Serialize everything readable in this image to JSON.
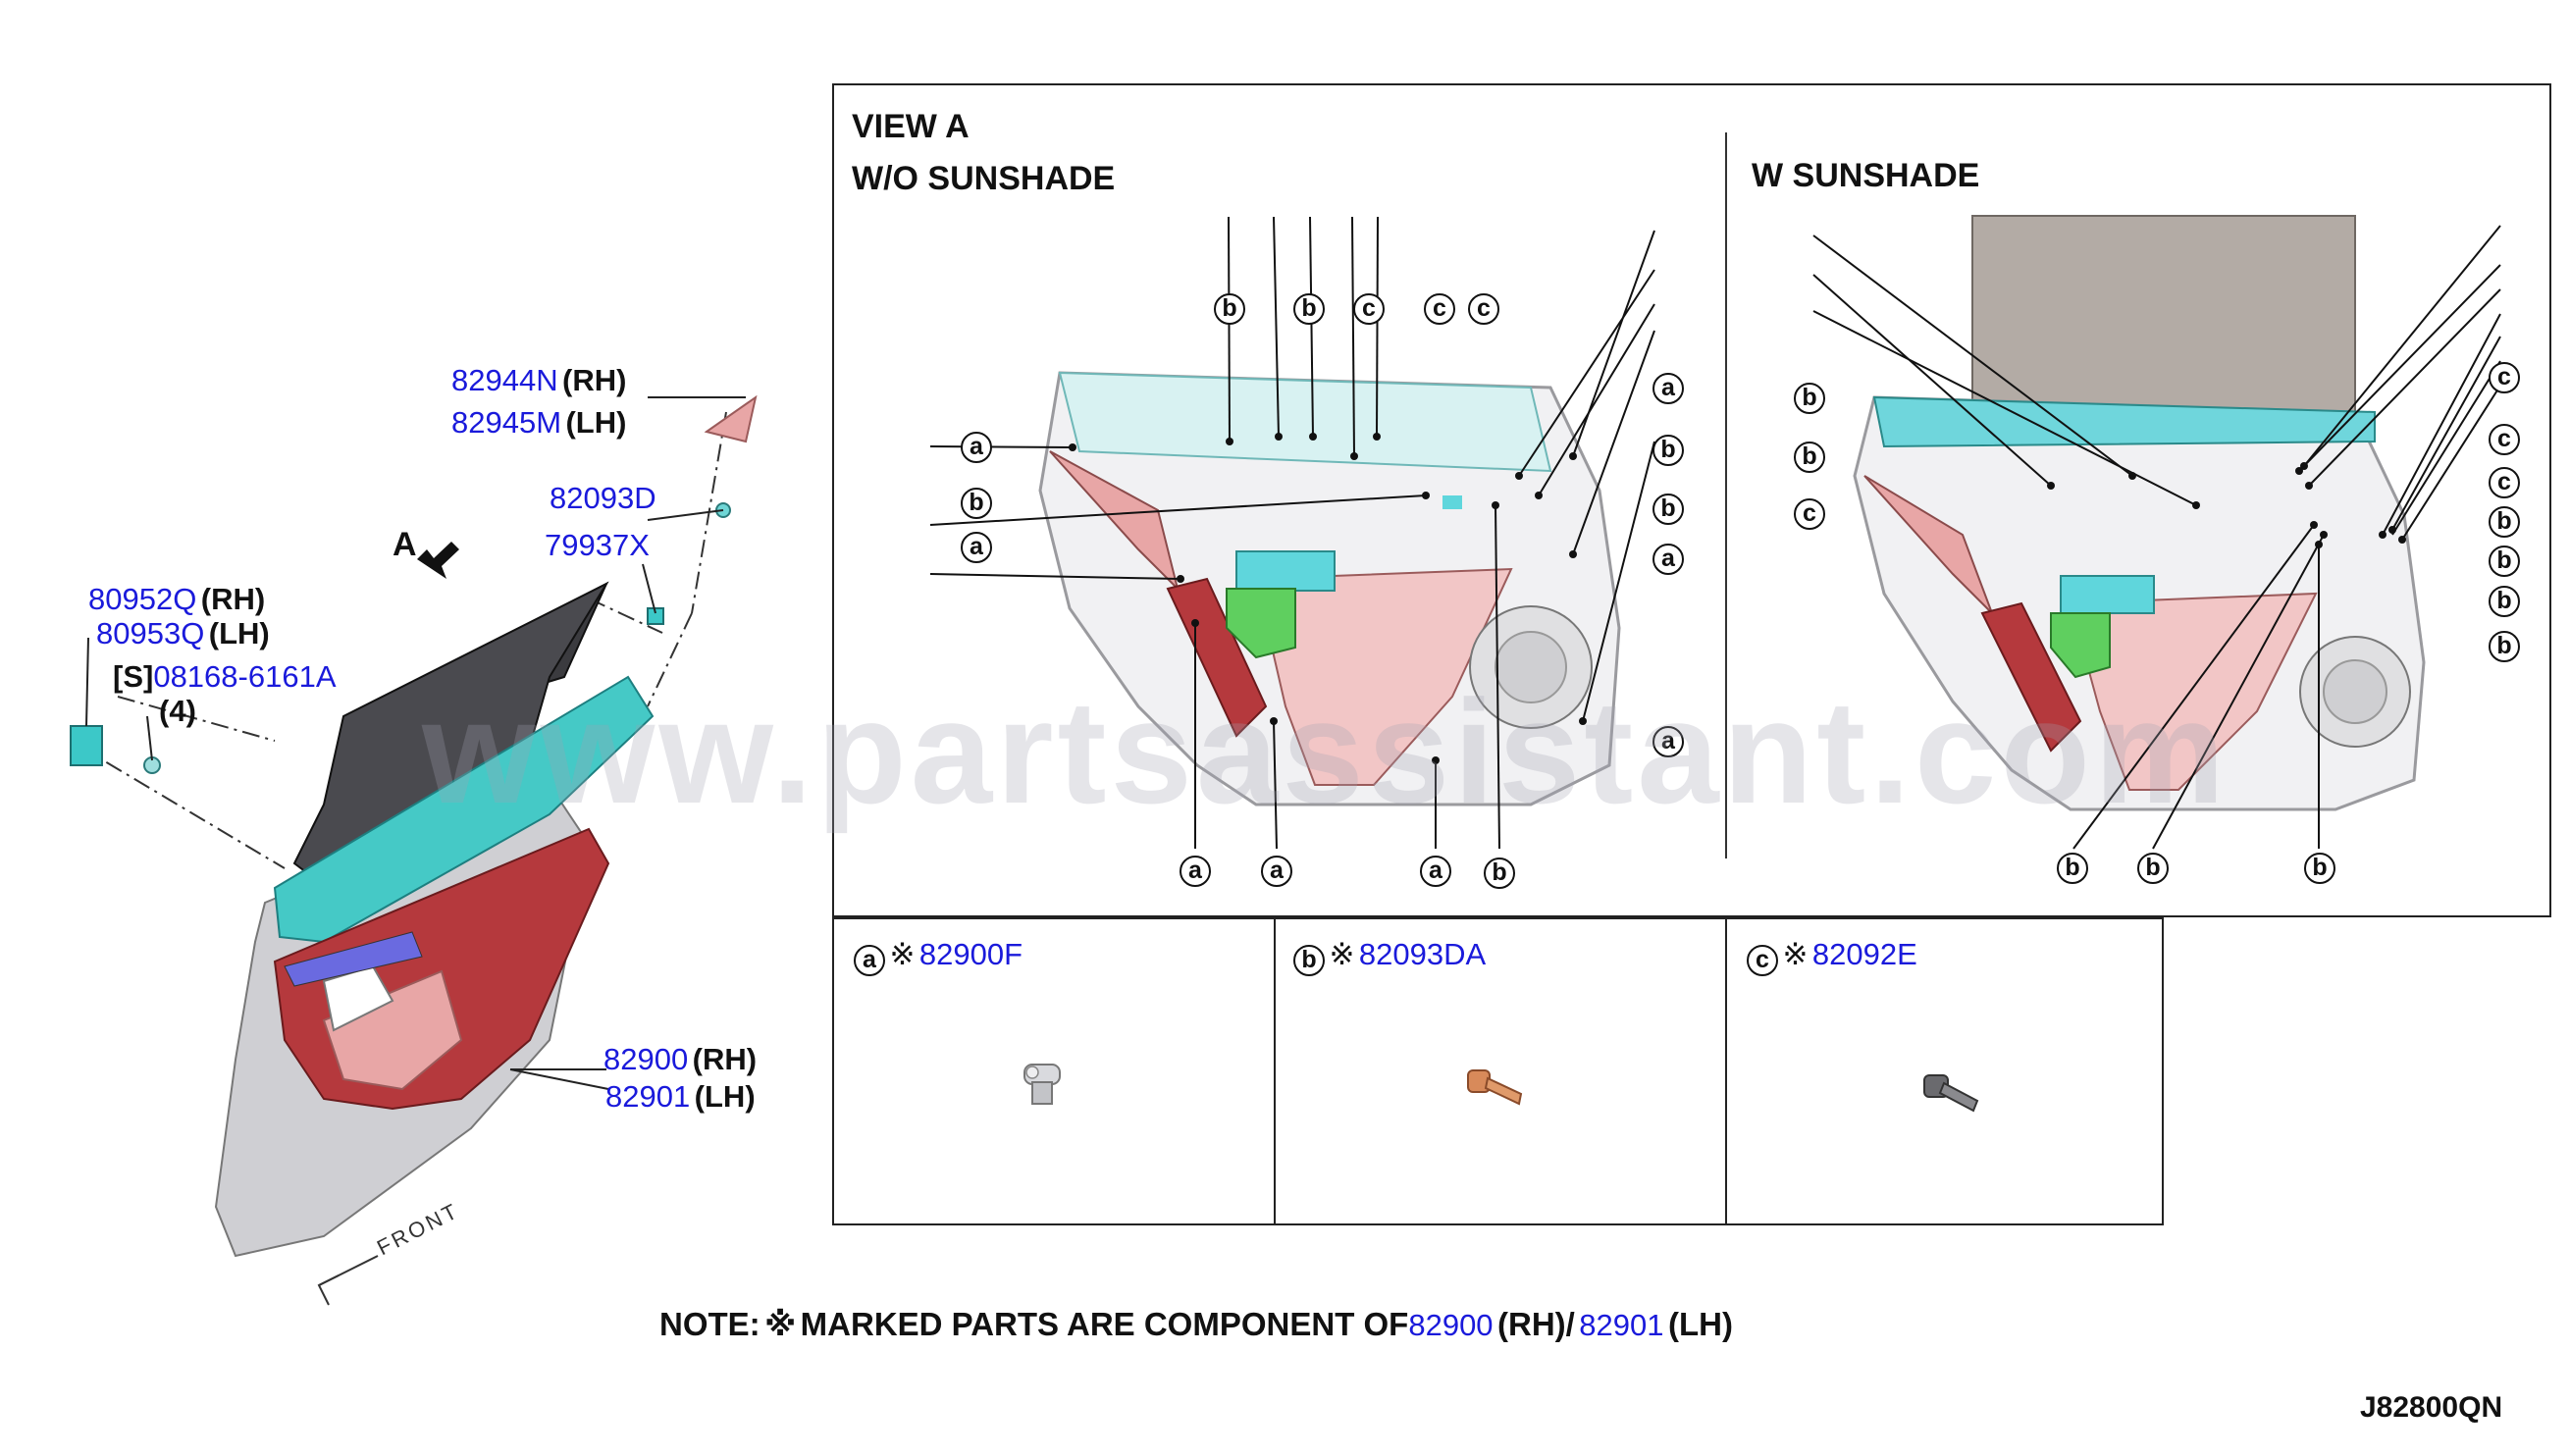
{
  "callouts": {
    "p82944n": {
      "code": "82944N",
      "suffix": "(RH)"
    },
    "p82945m": {
      "code": "82945M",
      "suffix": "(LH)"
    },
    "p82093d": {
      "code": "82093D"
    },
    "p79937x": {
      "code": "79937X"
    },
    "p80952q": {
      "code": "80952Q",
      "suffix": "(RH)"
    },
    "p80953q": {
      "code": "80953Q",
      "suffix": "(LH)"
    },
    "screw": {
      "prefix": "[S]",
      "code": "08168-6161A",
      "qty": "(4)"
    },
    "p82900": {
      "code": "82900",
      "suffix": "(RH)"
    },
    "p82901": {
      "code": "82901",
      "suffix": "(LH)"
    }
  },
  "view_arrow_label": "A",
  "front_label": "FRONT",
  "view": {
    "title": "VIEW A",
    "left_title": "W/O SUNSHADE",
    "right_title": "W SUNSHADE"
  },
  "legend": {
    "marker": "※",
    "a": {
      "letter": "a",
      "code": "82900F"
    },
    "b": {
      "letter": "b",
      "code": "82093DA"
    },
    "c": {
      "letter": "c",
      "code": "82092E"
    }
  },
  "note": {
    "prefix": "NOTE:",
    "marker": "※",
    "text": "MARKED PARTS ARE COMPONENT OF",
    "code_rh": "82900",
    "rh": "(RH)",
    "sep": "/",
    "code_lh": "82901",
    "lh": "(LH)"
  },
  "diagram_code": "J82800QN",
  "watermark": "www.partsassistant.com",
  "colors": {
    "part_number": "#1a1adb",
    "trim_cyan": "#3cc8c8",
    "trim_red": "#b5393d",
    "trim_pink": "#e8a6a6",
    "panel_grey": "#c9c9cc",
    "green_part": "#44c944"
  }
}
